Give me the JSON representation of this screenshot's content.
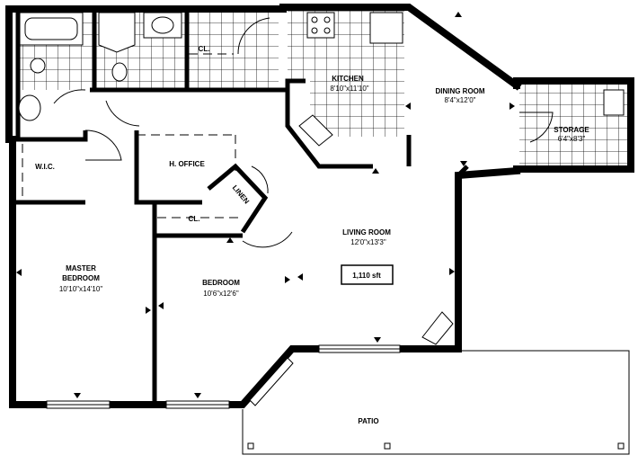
{
  "floorplan": {
    "rooms": {
      "kitchen": {
        "name": "KITCHEN",
        "size": "8'10\"x11'10\""
      },
      "dining": {
        "name": "DINING ROOM",
        "size": "8'4\"x12'0\""
      },
      "storage": {
        "name": "STORAGE",
        "size": "6'4\"x8'3\""
      },
      "wic": {
        "name": "W.I.C."
      },
      "office": {
        "name": "H. OFFICE"
      },
      "linen": {
        "name": "LINEN"
      },
      "closet_kitchen": {
        "name": "CL."
      },
      "closet_bedroom": {
        "name": "CL."
      },
      "master": {
        "name_line1": "MASTER",
        "name_line2": "BEDROOM",
        "size": "10'10\"x14'10\""
      },
      "bedroom": {
        "name": "BEDROOM",
        "size": "10'6\"x12'6\""
      },
      "living": {
        "name": "LIVING ROOM",
        "size": "12'0\"x13'3\""
      },
      "patio": {
        "name": "PATIO"
      }
    },
    "area_label": "1,110 sft"
  }
}
